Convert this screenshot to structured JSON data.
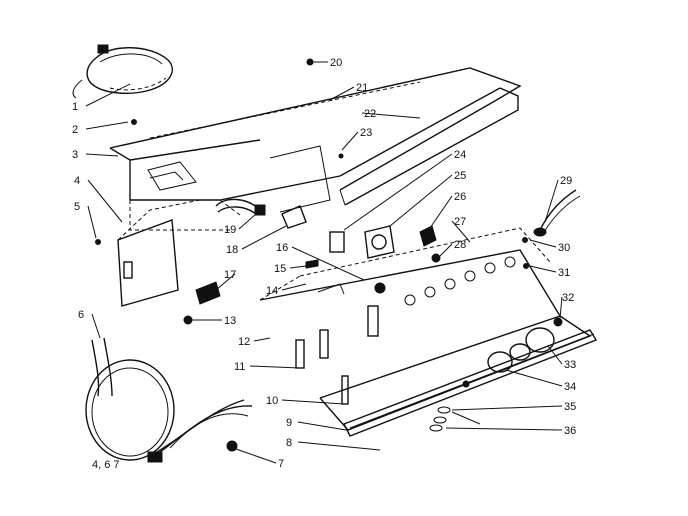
{
  "callouts": [
    {
      "id": "1",
      "label": "1"
    },
    {
      "id": "2",
      "label": "2"
    },
    {
      "id": "3",
      "label": "3"
    },
    {
      "id": "4",
      "label": "4"
    },
    {
      "id": "5",
      "label": "5"
    },
    {
      "id": "6",
      "label": "6"
    },
    {
      "id": "7",
      "label": "7"
    },
    {
      "id": "8",
      "label": "8"
    },
    {
      "id": "9",
      "label": "9"
    },
    {
      "id": "10",
      "label": "10"
    },
    {
      "id": "11",
      "label": "11"
    },
    {
      "id": "12",
      "label": "12"
    },
    {
      "id": "13",
      "label": "13"
    },
    {
      "id": "14",
      "label": "14"
    },
    {
      "id": "15",
      "label": "15"
    },
    {
      "id": "16",
      "label": "16"
    },
    {
      "id": "17",
      "label": "17"
    },
    {
      "id": "18",
      "label": "18"
    },
    {
      "id": "19",
      "label": "19"
    },
    {
      "id": "20",
      "label": "20"
    },
    {
      "id": "21",
      "label": "21"
    },
    {
      "id": "22",
      "label": "22"
    },
    {
      "id": "23",
      "label": "23"
    },
    {
      "id": "24",
      "label": "24"
    },
    {
      "id": "25",
      "label": "25"
    },
    {
      "id": "26",
      "label": "26"
    },
    {
      "id": "27",
      "label": "27"
    },
    {
      "id": "28",
      "label": "28"
    },
    {
      "id": "29",
      "label": "29"
    },
    {
      "id": "30",
      "label": "30"
    },
    {
      "id": "31",
      "label": "31"
    },
    {
      "id": "32",
      "label": "32"
    },
    {
      "id": "33",
      "label": "33"
    },
    {
      "id": "34",
      "label": "34"
    },
    {
      "id": "35",
      "label": "35"
    },
    {
      "id": "36",
      "label": "36"
    }
  ],
  "footnote": "4, 6 7"
}
